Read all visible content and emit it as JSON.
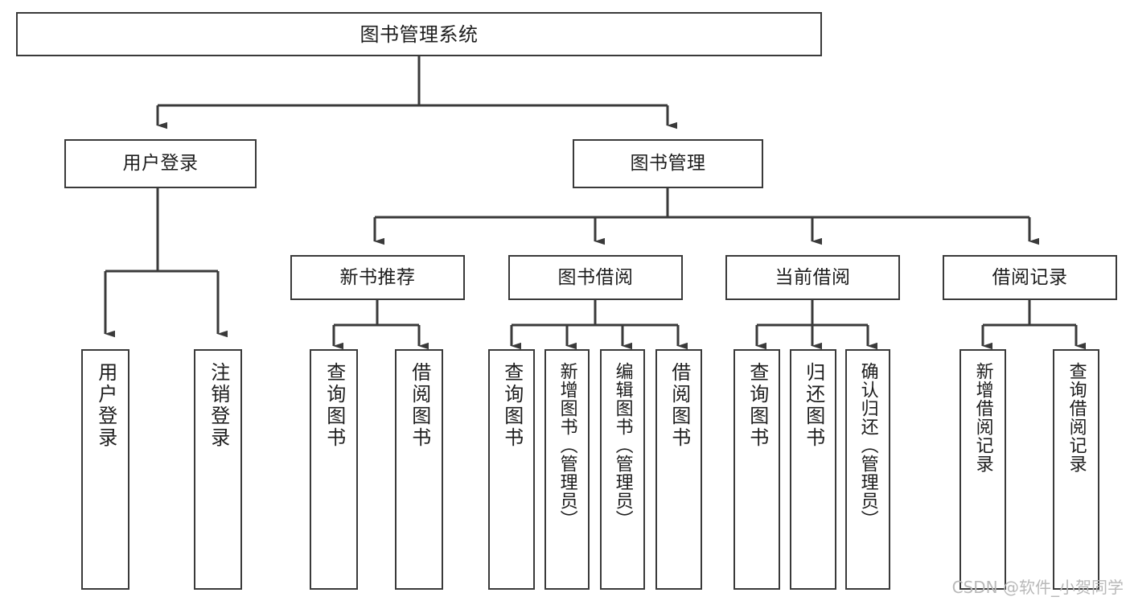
{
  "diagram": {
    "type": "tree",
    "title": "图书管理系统",
    "watermark": "CSDN @软件_小贺同学",
    "colors": {
      "box_border": "#3a3a3a",
      "box_fill": "#ffffff",
      "connector": "#3a3a3a",
      "text": "#1d1d1d",
      "watermark": "#b9b9b9",
      "background": "#ffffff"
    },
    "root": {
      "id": "root",
      "label": "图书管理系统"
    },
    "level2": [
      {
        "id": "user-login",
        "label": "用户登录"
      },
      {
        "id": "book-manage",
        "label": "图书管理"
      }
    ],
    "level3": [
      {
        "id": "new-book-rec",
        "label": "新书推荐",
        "parent": "book-manage"
      },
      {
        "id": "book-borrow",
        "label": "图书借阅",
        "parent": "book-manage"
      },
      {
        "id": "current-borrow",
        "label": "当前借阅",
        "parent": "book-manage"
      },
      {
        "id": "borrow-record",
        "label": "借阅记录",
        "parent": "book-manage"
      }
    ],
    "leaves": [
      {
        "id": "leaf-user-login",
        "label": "用户登录",
        "parent": "user-login"
      },
      {
        "id": "leaf-user-logout",
        "label": "注销登录",
        "parent": "user-login"
      },
      {
        "id": "leaf-query-book-1",
        "label": "查询图书",
        "parent": "new-book-rec"
      },
      {
        "id": "leaf-borrow-book-1",
        "label": "借阅图书",
        "parent": "new-book-rec"
      },
      {
        "id": "leaf-query-book-2",
        "label": "查询图书",
        "parent": "book-borrow"
      },
      {
        "id": "leaf-add-book",
        "label": "新增图书（管理员）",
        "parent": "book-borrow"
      },
      {
        "id": "leaf-edit-book",
        "label": "编辑图书（管理员）",
        "parent": "book-borrow"
      },
      {
        "id": "leaf-borrow-book-2",
        "label": "借阅图书",
        "parent": "book-borrow"
      },
      {
        "id": "leaf-query-book-3",
        "label": "查询图书",
        "parent": "current-borrow"
      },
      {
        "id": "leaf-return-book",
        "label": "归还图书",
        "parent": "current-borrow"
      },
      {
        "id": "leaf-confirm-return",
        "label": "确认归还（管理员）",
        "parent": "current-borrow"
      },
      {
        "id": "leaf-add-record",
        "label": "新增借阅记录",
        "parent": "borrow-record"
      },
      {
        "id": "leaf-query-record",
        "label": "查询借阅记录",
        "parent": "borrow-record"
      }
    ]
  }
}
